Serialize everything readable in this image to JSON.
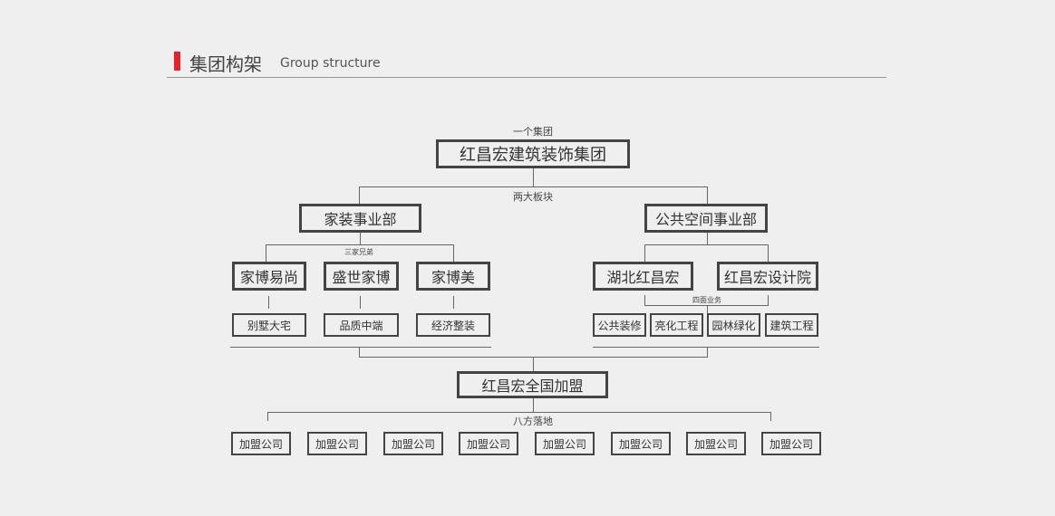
{
  "header": {
    "title": "集团构架",
    "subtitle": "Group structure",
    "accent": "#e8202a"
  },
  "top": {
    "caption": "一个集团",
    "name": "红昌宏建筑装饰集团"
  },
  "divisions_caption": "两大板块",
  "left": {
    "name": "家装事业部",
    "caption": "三家兄弟",
    "brands": [
      "家博易尚",
      "盛世家博",
      "家博美"
    ],
    "tags": [
      "别墅大宅",
      "品质中端",
      "经济整装"
    ]
  },
  "right": {
    "name": "公共空间事业部",
    "companies": [
      "湖北红昌宏",
      "红昌宏设计院"
    ],
    "caption": "四面业务",
    "services": [
      "公共装修",
      "亮化工程",
      "园林绿化",
      "建筑工程"
    ]
  },
  "franchise": {
    "name": "红昌宏全国加盟",
    "caption": "八方落地",
    "members": [
      "加盟公司",
      "加盟公司",
      "加盟公司",
      "加盟公司",
      "加盟公司",
      "加盟公司",
      "加盟公司",
      "加盟公司"
    ]
  }
}
